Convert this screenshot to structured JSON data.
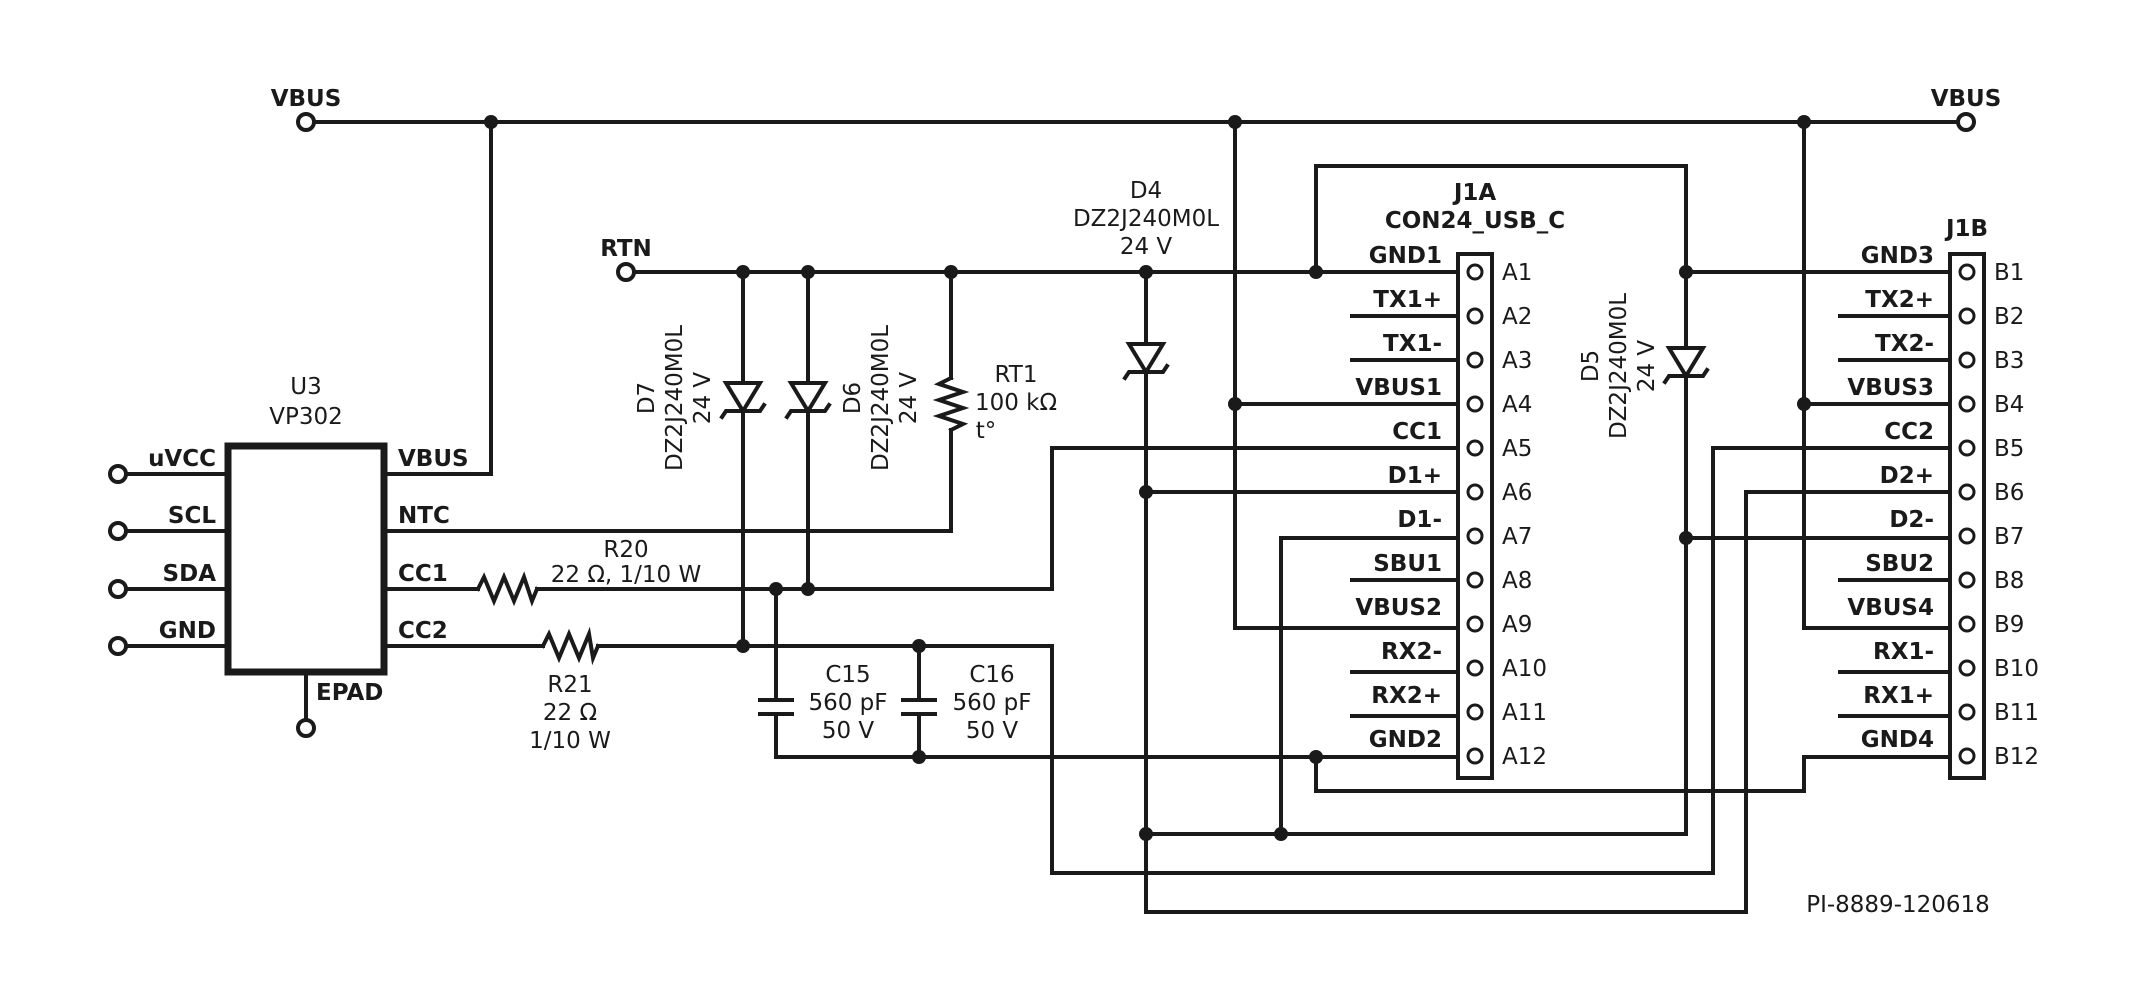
{
  "nets": {
    "vbus_left": "VBUS",
    "vbus_right": "VBUS",
    "rtn": "RTN"
  },
  "u3": {
    "ref": "U3",
    "part": "VP302",
    "pins_left": [
      "uVCC",
      "SCL",
      "SDA",
      "GND"
    ],
    "pins_right": [
      "VBUS",
      "NTC",
      "CC1",
      "CC2"
    ],
    "pin_bottom": "EPAD"
  },
  "components": {
    "r20": {
      "ref": "R20",
      "value": "22 Ω, 1/10 W"
    },
    "r21": {
      "ref": "R21",
      "value1": "22 Ω",
      "value2": "1/10 W"
    },
    "c15": {
      "ref": "C15",
      "value1": "560 pF",
      "value2": "50 V"
    },
    "c16": {
      "ref": "C16",
      "value1": "560 pF",
      "value2": "50 V"
    },
    "rt1": {
      "ref": "RT1",
      "value": "100 kΩ",
      "symbol": "t°"
    },
    "d4": {
      "ref": "D4",
      "part": "DZ2J240M0L",
      "voltage": "24 V"
    },
    "d5": {
      "ref": "D5",
      "part": "DZ2J240M0L",
      "voltage": "24 V"
    },
    "d6": {
      "ref": "D6",
      "part": "DZ2J240M0L",
      "voltage": "24 V"
    },
    "d7": {
      "ref": "D7",
      "part": "DZ2J240M0L",
      "voltage": "24 V"
    }
  },
  "j1a": {
    "ref": "J1A",
    "part": "CON24_USB_C",
    "signals": [
      "GND1",
      "TX1+",
      "TX1-",
      "VBUS1",
      "CC1",
      "D1+",
      "D1-",
      "SBU1",
      "VBUS2",
      "RX2-",
      "RX2+",
      "GND2"
    ],
    "pins": [
      "A1",
      "A2",
      "A3",
      "A4",
      "A5",
      "A6",
      "A7",
      "A8",
      "A9",
      "A10",
      "A11",
      "A12"
    ]
  },
  "j1b": {
    "ref": "J1B",
    "signals": [
      "GND3",
      "TX2+",
      "TX2-",
      "VBUS3",
      "CC2",
      "D2+",
      "D2-",
      "SBU2",
      "VBUS4",
      "RX1-",
      "RX1+",
      "GND4"
    ],
    "pins": [
      "B1",
      "B2",
      "B3",
      "B4",
      "B5",
      "B6",
      "B7",
      "B8",
      "B9",
      "B10",
      "B11",
      "B12"
    ]
  },
  "drawing_id": "PI-8889-120618"
}
